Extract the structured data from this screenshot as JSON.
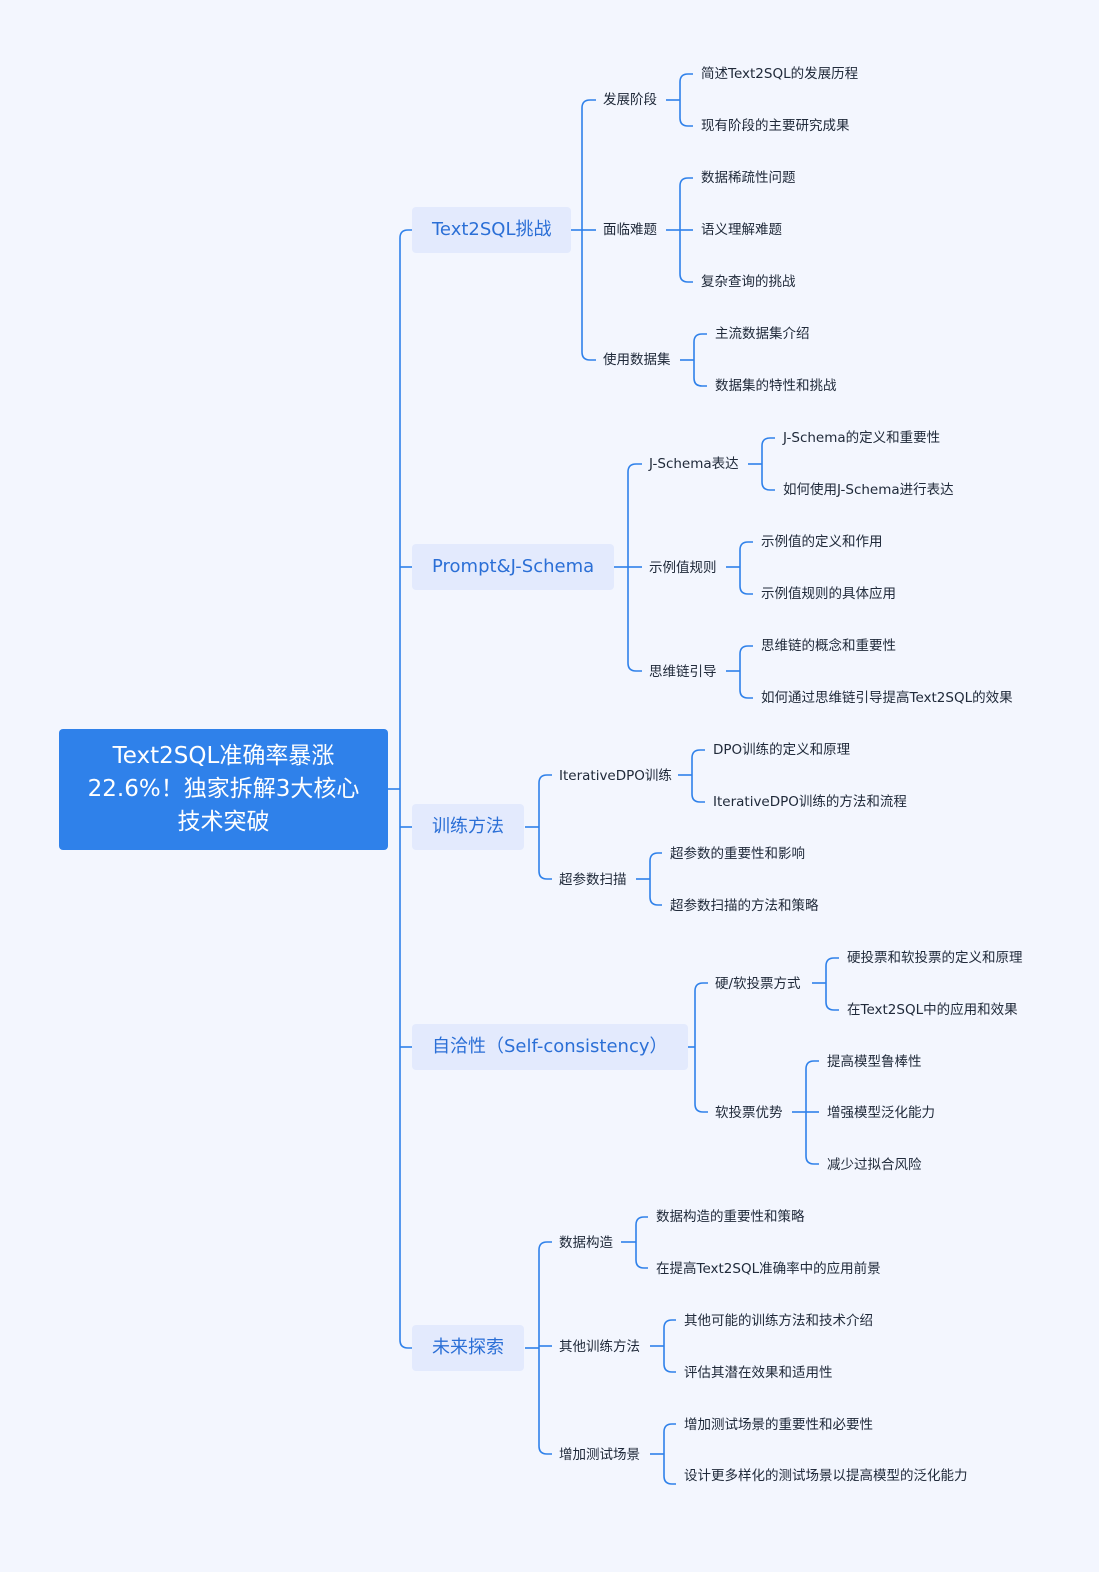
{
  "root": "Text2SQL准确率暴涨22.6%！独家拆解3大核心技术突破",
  "branches": [
    {
      "label": "Text2SQL挑战",
      "children": [
        {
          "label": "发展阶段",
          "children": [
            "简述Text2SQL的发展历程",
            "现有阶段的主要研究成果"
          ]
        },
        {
          "label": "面临难题",
          "children": [
            "数据稀疏性问题",
            "语义理解难题",
            "复杂查询的挑战"
          ]
        },
        {
          "label": "使用数据集",
          "children": [
            "主流数据集介绍",
            "数据集的特性和挑战"
          ]
        }
      ]
    },
    {
      "label": "Prompt&J-Schema",
      "children": [
        {
          "label": "J-Schema表达",
          "children": [
            "J-Schema的定义和重要性",
            "如何使用J-Schema进行表达"
          ]
        },
        {
          "label": "示例值规则",
          "children": [
            "示例值的定义和作用",
            "示例值规则的具体应用"
          ]
        },
        {
          "label": "思维链引导",
          "children": [
            "思维链的概念和重要性",
            "如何通过思维链引导提高Text2SQL的效果"
          ]
        }
      ]
    },
    {
      "label": "训练方法",
      "children": [
        {
          "label": "IterativeDPO训练",
          "children": [
            "DPO训练的定义和原理",
            "IterativeDPO训练的方法和流程"
          ]
        },
        {
          "label": "超参数扫描",
          "children": [
            "超参数的重要性和影响",
            "超参数扫描的方法和策略"
          ]
        }
      ]
    },
    {
      "label": "自洽性（Self-consistency）",
      "children": [
        {
          "label": "硬/软投票方式",
          "children": [
            "硬投票和软投票的定义和原理",
            "在Text2SQL中的应用和效果"
          ]
        },
        {
          "label": "软投票优势",
          "children": [
            "提高模型鲁棒性",
            "增强模型泛化能力",
            "减少过拟合风险"
          ]
        }
      ]
    },
    {
      "label": "未来探索",
      "children": [
        {
          "label": "数据构造",
          "children": [
            "数据构造的重要性和策略",
            "在提高Text2SQL准确率中的应用前景"
          ]
        },
        {
          "label": "其他训练方法",
          "children": [
            "其他可能的训练方法和技术介绍",
            "评估其潜在效果和适用性"
          ]
        },
        {
          "label": "增加测试场景",
          "children": [
            "增加测试场景的重要性和必要性",
            "设计更多样化的测试场景以提高模型的泛化能力"
          ]
        }
      ]
    }
  ],
  "colors": {
    "line": "#2f81ea",
    "root_bg": "#2f81ea",
    "branch_bg": "#e3eafd",
    "branch_text": "#2b6fd6",
    "background": "#f3f6fe"
  }
}
